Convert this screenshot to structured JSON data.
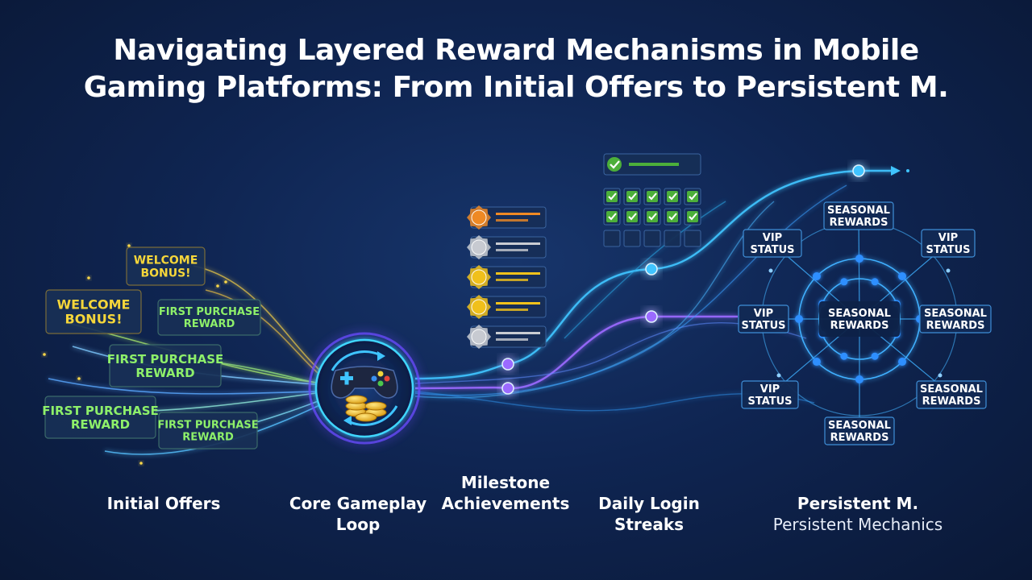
{
  "title": {
    "line1": "Navigating Layered Reward Mechanisms in Mobile",
    "line2": "Gaming Platforms: From Initial Offers to Persistent M."
  },
  "colors": {
    "background": "#0f2552",
    "yellow_text": "#f5d63a",
    "green_text": "#8ef06a",
    "cyan_line": "#3fc4ff",
    "purple_line": "#9b6bff",
    "node_fill": "#2f8fff",
    "checkbox_green": "#4caf3a"
  },
  "initial_offers": {
    "cards": [
      {
        "text": "WELCOME\nBONUS!",
        "style": "yellow"
      },
      {
        "text": "WELCOME\nBONUS!",
        "style": "yellow"
      },
      {
        "text": "FIRST PURCHASE\nREWARD",
        "style": "green"
      },
      {
        "text": "FIRST PURCHASE\nREWARD",
        "style": "green"
      },
      {
        "text": "FIRST PURCHASE\nREWARD",
        "style": "green"
      },
      {
        "text": "FIRST PURCHASE\nREWARD",
        "style": "green"
      }
    ]
  },
  "core_loop": {
    "icons": [
      "gamepad-icon",
      "coin-stack-icon",
      "cycle-arrows-icon"
    ]
  },
  "milestones": {
    "medals": [
      {
        "tier": "bronze",
        "color": "#f08a24"
      },
      {
        "tier": "silver",
        "color": "#c9ccd2"
      },
      {
        "tier": "gold",
        "color": "#f2c21b"
      },
      {
        "tier": "gold",
        "color": "#f2c21b"
      },
      {
        "tier": "silver",
        "color": "#c9ccd2"
      }
    ]
  },
  "daily_login": {
    "rows": [
      [
        true,
        true,
        true,
        true,
        true
      ],
      [
        true,
        true,
        true,
        true,
        true
      ],
      [
        false,
        false,
        false,
        false,
        false
      ]
    ]
  },
  "persistent": {
    "center": "SEASONAL\nREWARDS",
    "outer_nodes": [
      "SEASONAL\nREWARDS",
      "VIP\nSTATUS",
      "VIP\nSTATUS",
      "VIP\nSTATUS",
      "SEASONAL\nREWARDS",
      "VIP\nSTATUS",
      "SEASONAL\nREWARDS",
      "SEASONAL\nREWARDS"
    ]
  },
  "stages": [
    {
      "label": "Initial Offers",
      "sub": ""
    },
    {
      "label": "Core Gameplay\nLoop",
      "sub": ""
    },
    {
      "label": "Milestone\nAchievements",
      "sub": ""
    },
    {
      "label": "Daily Login\nStreaks",
      "sub": ""
    },
    {
      "label": "Persistent M.",
      "sub": "Persistent Mechanics"
    }
  ]
}
